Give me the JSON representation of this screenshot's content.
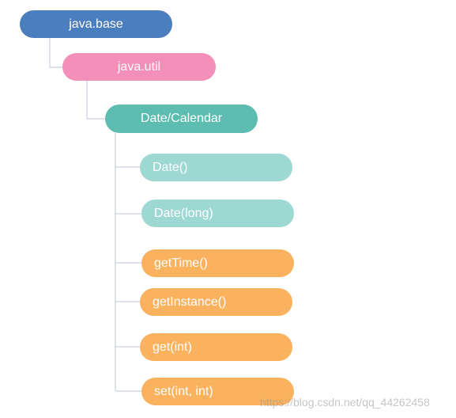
{
  "nodes": {
    "java_base": {
      "label": "java.base",
      "color": "#4a7ebf"
    },
    "java_util": {
      "label": "java.util",
      "color": "#f48fb8"
    },
    "date_calendar": {
      "label": "Date/Calendar",
      "color": "#5cbdb0"
    },
    "methods": [
      {
        "label": "Date()",
        "color": "#9dd8d2"
      },
      {
        "label": "Date(long)",
        "color": "#9dd8d2"
      },
      {
        "label": "getTime()",
        "color": "#fbb25e"
      },
      {
        "label": "getInstance()",
        "color": "#fbb25e"
      },
      {
        "label": "get(int)",
        "color": "#fbb25e"
      },
      {
        "label": "set(int, int)",
        "color": "#fbb25e"
      }
    ]
  },
  "connector_color": "#c8cfe0",
  "watermark": "https://blog.csdn.net/qq_44262458"
}
